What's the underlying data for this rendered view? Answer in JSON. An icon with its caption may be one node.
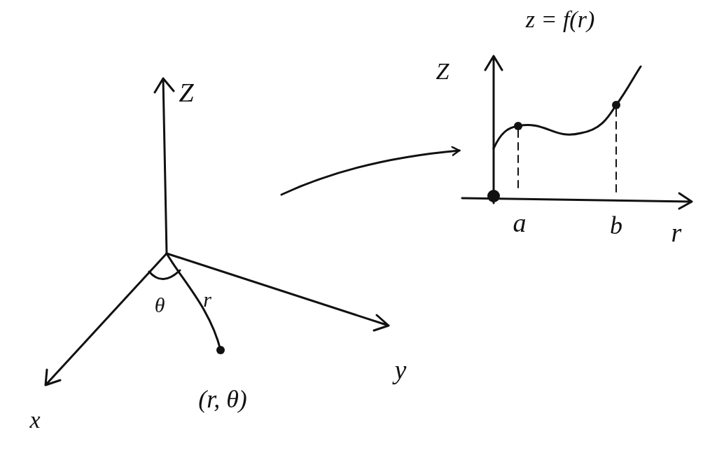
{
  "diagram": {
    "nodes": [
      {
        "text": [],
        "shape": "picture"
      },
      {
        "text": [],
        "shape": "picture"
      }
    ],
    "edges": [
      {
        "from": 0,
        "to": 1,
        "arrow": "to"
      }
    ],
    "labels": [
      "z = f(r)",
      "Z",
      "Z",
      "a",
      "b",
      "r",
      "θ",
      "r",
      "y",
      "(r, θ)",
      "x"
    ]
  }
}
